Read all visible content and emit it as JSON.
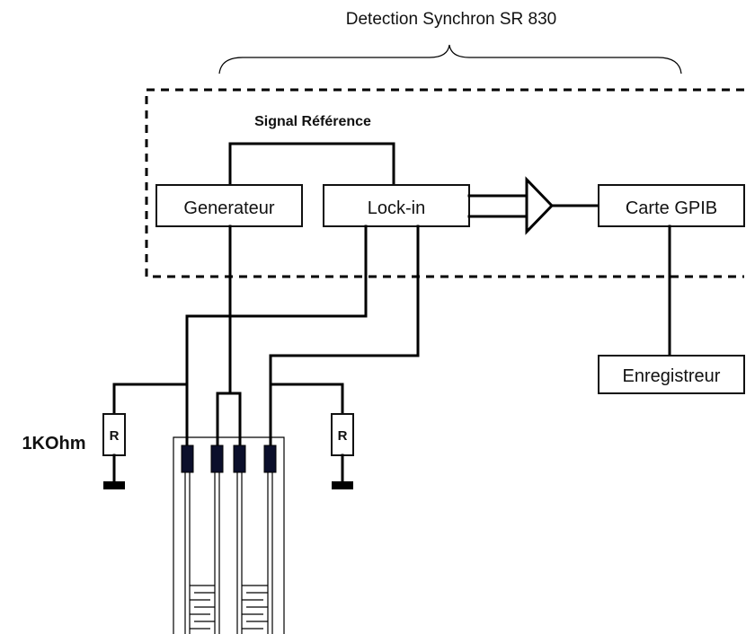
{
  "title": "Detection Synchron SR 830",
  "signal_label": "Signal Référence",
  "blocks": {
    "generator": "Generateur",
    "lockin": "Lock-in",
    "gpib": "Carte GPIB",
    "recorder": "Enregistreur"
  },
  "resistor": {
    "value_label": "1KOhm",
    "symbol": "R"
  },
  "colors": {
    "line": "#000000",
    "pad": "#0b0f2b",
    "background": "#ffffff"
  }
}
